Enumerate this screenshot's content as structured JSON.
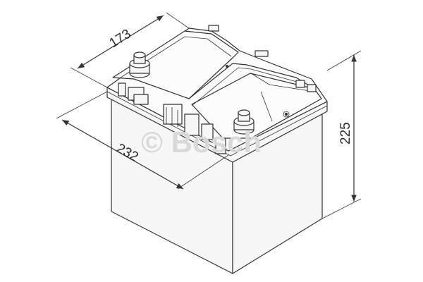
{
  "dimensions": {
    "width_label": "173",
    "length_label": "232",
    "height_label": "225"
  },
  "watermark": {
    "text": "© Bosch"
  },
  "colors": {
    "line": "#333333",
    "text": "#2b2b2b",
    "watermark": "#d9d9d9"
  }
}
